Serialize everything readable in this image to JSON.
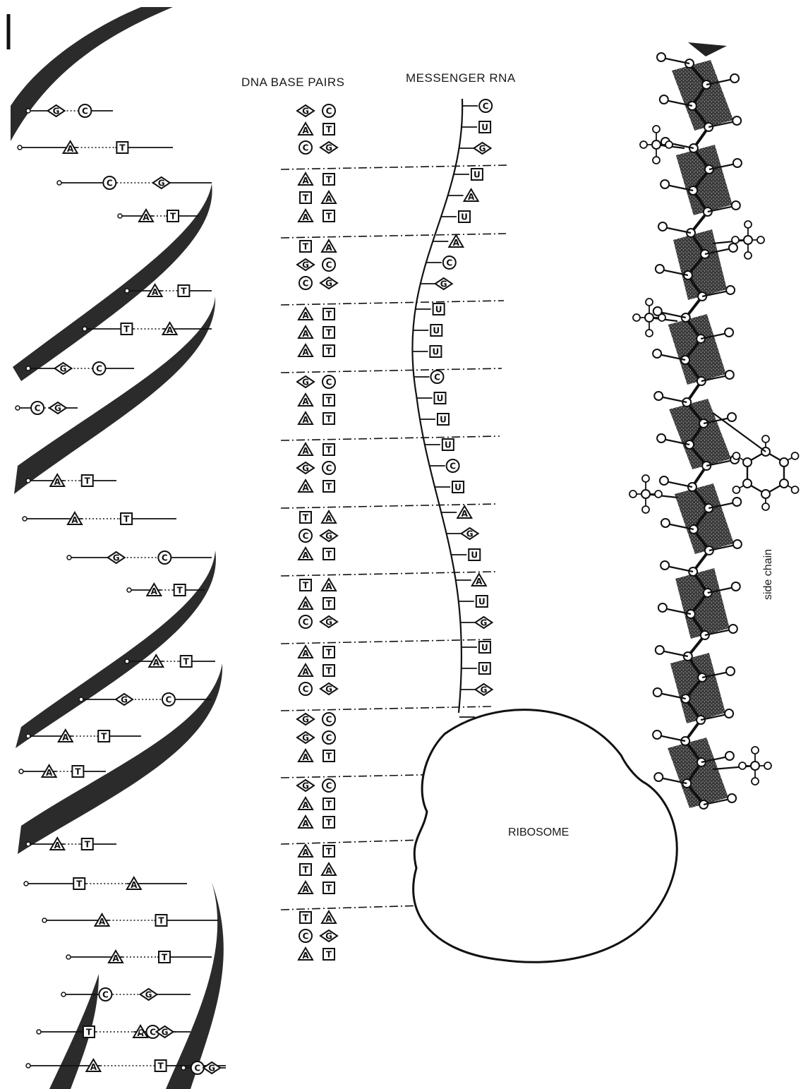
{
  "headers": {
    "dna_base_pairs": "DNA  BASE PAIRS",
    "messenger_rna": "MESSENGER  RNA"
  },
  "labels": {
    "ribosome": "RIBOSOME",
    "side_chain": "side chain"
  },
  "dna_helix_rungs": [
    [
      "G",
      "C"
    ],
    [
      "A",
      "T"
    ],
    [
      "C",
      "G"
    ],
    [
      "A",
      "T"
    ],
    [
      "A",
      "T"
    ],
    [
      "T",
      "A"
    ],
    [
      "G",
      "C"
    ],
    [
      "C",
      "G"
    ],
    [
      "A",
      "T"
    ],
    [
      "A",
      "T"
    ],
    [
      "G",
      "C"
    ],
    [
      "A",
      "T"
    ],
    [
      "A",
      "T"
    ],
    [
      "G",
      "C"
    ],
    [
      "A",
      "T"
    ],
    [
      "A",
      "T"
    ],
    [
      "A",
      "T"
    ],
    [
      "T",
      "A"
    ],
    [
      "A",
      "T"
    ],
    [
      "A",
      "T"
    ],
    [
      "C",
      "G"
    ],
    [
      "T",
      "A"
    ],
    [
      "A",
      "T"
    ],
    [
      "C",
      "G"
    ],
    [
      "C",
      "G"
    ]
  ],
  "codon_groups": [
    [
      [
        "G",
        "C"
      ],
      [
        "A",
        "T"
      ],
      [
        "C",
        "G"
      ]
    ],
    [
      [
        "A",
        "T"
      ],
      [
        "T",
        "A"
      ],
      [
        "A",
        "T"
      ]
    ],
    [
      [
        "T",
        "A"
      ],
      [
        "G",
        "C"
      ],
      [
        "C",
        "G"
      ]
    ],
    [
      [
        "A",
        "T"
      ],
      [
        "A",
        "T"
      ],
      [
        "A",
        "T"
      ]
    ],
    [
      [
        "G",
        "C"
      ],
      [
        "A",
        "T"
      ],
      [
        "A",
        "T"
      ]
    ],
    [
      [
        "A",
        "T"
      ],
      [
        "G",
        "C"
      ],
      [
        "A",
        "T"
      ]
    ],
    [
      [
        "T",
        "A"
      ],
      [
        "C",
        "G"
      ],
      [
        "A",
        "T"
      ]
    ],
    [
      [
        "T",
        "A"
      ],
      [
        "A",
        "T"
      ],
      [
        "C",
        "G"
      ]
    ],
    [
      [
        "A",
        "T"
      ],
      [
        "A",
        "T"
      ],
      [
        "C",
        "G"
      ]
    ],
    [
      [
        "G",
        "C"
      ],
      [
        "G",
        "C"
      ],
      [
        "A",
        "T"
      ]
    ],
    [
      [
        "G",
        "C"
      ],
      [
        "A",
        "T"
      ],
      [
        "A",
        "T"
      ]
    ],
    [
      [
        "A",
        "T"
      ],
      [
        "T",
        "A"
      ],
      [
        "A",
        "T"
      ]
    ],
    [
      [
        "T",
        "A"
      ],
      [
        "C",
        "G"
      ],
      [
        "A",
        "T"
      ]
    ]
  ],
  "mrna_bases": [
    "C",
    "U",
    "G",
    "U",
    "A",
    "U",
    "A",
    "C",
    "G",
    "U",
    "U",
    "U",
    "C",
    "U",
    "U",
    "U",
    "C",
    "U",
    "A",
    "G",
    "U",
    "A",
    "U",
    "G",
    "U",
    "U",
    "G"
  ],
  "colors": {
    "ink": "#111111",
    "ribbon": "#2b2b2b",
    "paper": "#ffffff"
  }
}
